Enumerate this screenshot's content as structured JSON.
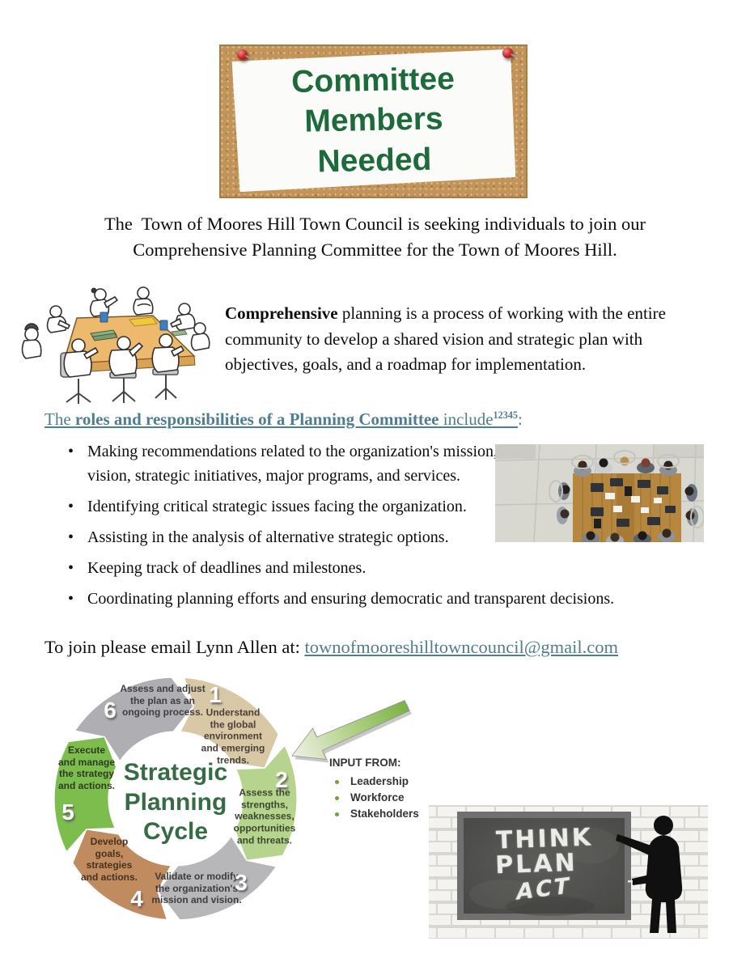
{
  "banner": {
    "title": "Committee\nMembers\nNeeded"
  },
  "intro": {
    "text": "The  Town of Moores Hill Town Council is seeking individuals to join our Comprehensive Planning Committee for the Town of Moores Hill."
  },
  "comprehensive": {
    "lead_bold": "Comprehensive",
    "rest": " planning is a process of working with the entire community to develop a shared vision and strategic plan with objectives, goals, and a roadmap for implementation."
  },
  "roles_heading": {
    "pre": "The ",
    "bold": "roles and responsibilities of a Planning Committee",
    "post": " include",
    "superscript": "12345",
    "colon": ":"
  },
  "bullets": [
    "Making recommendations related to the organization's mission, vision, strategic initiatives, major programs, and services.",
    "Identifying critical strategic issues facing the organization.",
    "Assisting in the analysis of alternative strategic options.",
    "Keeping track of deadlines and milestones.",
    "Coordinating planning efforts and ensuring democratic and transparent decisions."
  ],
  "join": {
    "label": "To join please email Lynn Allen at: ",
    "email": "townofmooreshilltowncouncil@gmail.com"
  },
  "cycle": {
    "center": "Strategic\nPlanning\nCycle",
    "segments": [
      {
        "num": "1",
        "label": "Understand\nthe global\nenvironment\nand emerging\ntrends.",
        "color": "#d9c8a5"
      },
      {
        "num": "2",
        "label": "Assess the\nstrengths,\nweaknesses,\nopportunities\nand threats.",
        "color": "#b7d48e"
      },
      {
        "num": "3",
        "label": "Validate or modify\nthe organization's\nmission and vision.",
        "color": "#b7b7b9"
      },
      {
        "num": "4",
        "label": "Develop\ngoals,\nstrategies\nand actions.",
        "color": "#c08b5e"
      },
      {
        "num": "5",
        "label": "Execute\nand manage\nthe strategy\nand actions.",
        "color": "#7cbd4d"
      },
      {
        "num": "6",
        "label": "Assess and adjust\nthe plan as an\nongoing process.",
        "color": "#aeaeb3"
      }
    ],
    "input_from": {
      "title": "INPUT FROM:",
      "items": [
        "Leadership",
        "Workforce",
        "Stakeholders"
      ]
    }
  },
  "board": {
    "words": [
      "THINK",
      "PLAN",
      "ACT"
    ]
  },
  "colors": {
    "link_teal": "#4e7e91",
    "banner_green": "#1d6b3a",
    "cycle_center_green": "#356c46",
    "chalk_white": "#ebebe7"
  }
}
